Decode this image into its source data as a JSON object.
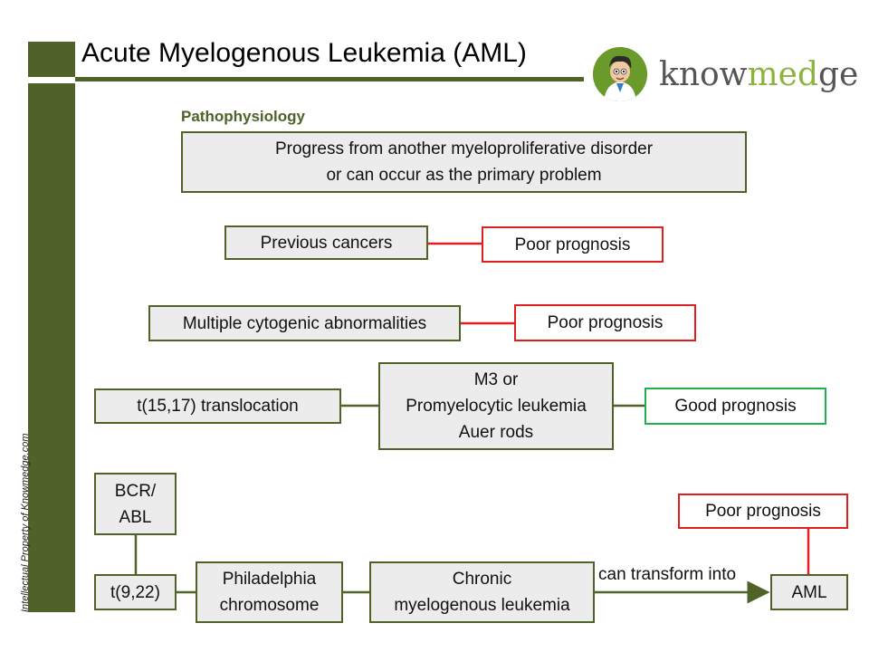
{
  "title": "Acute Myelogenous Leukemia (AML)",
  "logo": {
    "text_a": "know",
    "text_b": "med",
    "text_c": "ge"
  },
  "side_caption": "Intellectual Property of Knowmedge.com",
  "section": "Pathophysiology",
  "boxes": {
    "progress": "Progress from another myeloproliferative disorder\nor can occur as the primary problem",
    "prev_cancers": "Previous cancers",
    "poor1": "Poor prognosis",
    "multiple": "Multiple cytogenic abnormalities",
    "poor2": "Poor prognosis",
    "t1517": "t(15,17) translocation",
    "m3": "M3 or\nPromyelocytic leukemia\nAuer rods",
    "good": "Good prognosis",
    "bcr": "BCR/\nABL",
    "t922": "t(9,22)",
    "philadelphia": "Philadelphia\nchromosome",
    "cml": "Chronic\nmyelogenous leukemia",
    "poor3": "Poor prognosis",
    "aml": "AML"
  },
  "edge_label": "can transform into",
  "colors": {
    "olive": "#4f6228",
    "red": "#e02020",
    "green": "#22b04a"
  }
}
